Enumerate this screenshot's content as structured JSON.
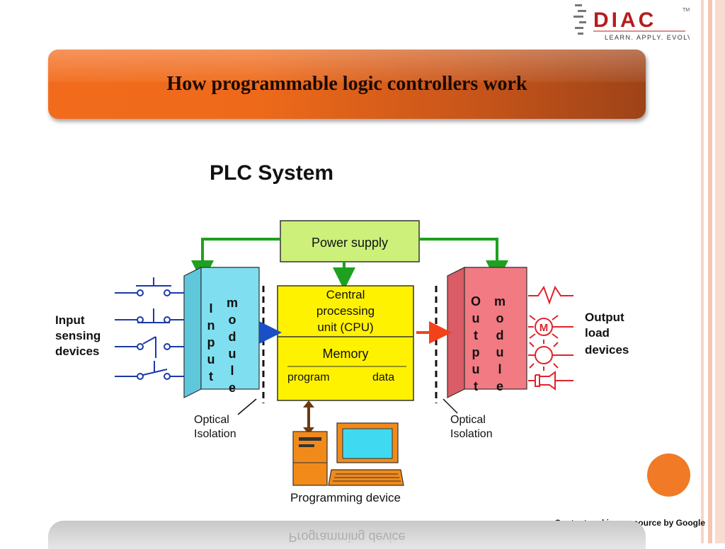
{
  "brand": {
    "name": "DIAC",
    "tagline": "LEARN. APPLY. EVOLVE."
  },
  "slide": {
    "title": "How programmable logic controllers work",
    "credit": "Content and image source by Google"
  },
  "diagram": {
    "title": "PLC System",
    "power_supply": "Power supply",
    "cpu_lines": [
      "Central",
      "processing",
      "unit (CPU)"
    ],
    "memory": "Memory",
    "program": "program",
    "data": "data",
    "input_word": [
      "I",
      "n",
      "p",
      "u",
      "t"
    ],
    "output_word": [
      "O",
      "u",
      "t",
      "p",
      "u",
      "t"
    ],
    "module_word": [
      "m",
      "o",
      "d",
      "u",
      "l",
      "e"
    ],
    "input_devices": [
      "Input",
      "sensing",
      "devices"
    ],
    "output_devices": [
      "Output",
      "load",
      "devices"
    ],
    "optical_isolation": [
      "Optical",
      "Isolation"
    ],
    "programming_device": "Programming device",
    "motor_symbol": "M",
    "reflection": "Programming device"
  },
  "colors": {
    "banner": "#f26b1c",
    "power_supply": "#ccf07a",
    "cpu": "#fff200",
    "input_module": "#7fdff0",
    "output_module": "#f27a82",
    "arrow_green": "#1ea11e",
    "arrow_blue": "#1a4fc6",
    "arrow_red": "#f2421a",
    "arrow_brown": "#6b3a10",
    "computer": "#f28a1a"
  }
}
